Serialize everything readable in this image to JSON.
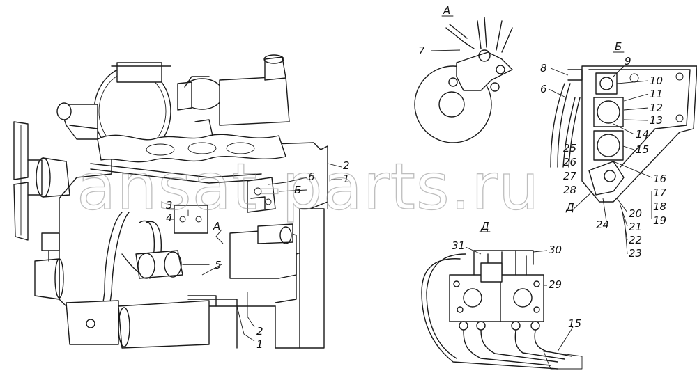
{
  "watermark": "ansat-parts.ru",
  "views": {
    "A": "А",
    "B": "Б",
    "D": "Д"
  },
  "callouts": {
    "main": {
      "n1": "1",
      "n2": "2",
      "n3": "3",
      "n4": "4",
      "n5": "5",
      "n6": "6",
      "vA": "А",
      "vB": "Б",
      "n2b": "2",
      "n1b": "1"
    },
    "viewA": {
      "n7": "7"
    },
    "viewB": {
      "n8": "8",
      "n6": "6",
      "n9": "9",
      "n10": "10",
      "n11": "11",
      "n12": "12",
      "n13": "13",
      "n14": "14",
      "n15": "15",
      "n16": "16",
      "n17": "17",
      "n18": "18",
      "n19": "19",
      "n20": "20",
      "n21": "21",
      "n22": "22",
      "n23": "23",
      "n24": "24",
      "n25": "25",
      "n26": "26",
      "n27": "27",
      "n28": "28",
      "vD": "Д"
    },
    "viewD": {
      "n31": "31",
      "n30": "30",
      "n29": "29",
      "n15": "15"
    }
  }
}
